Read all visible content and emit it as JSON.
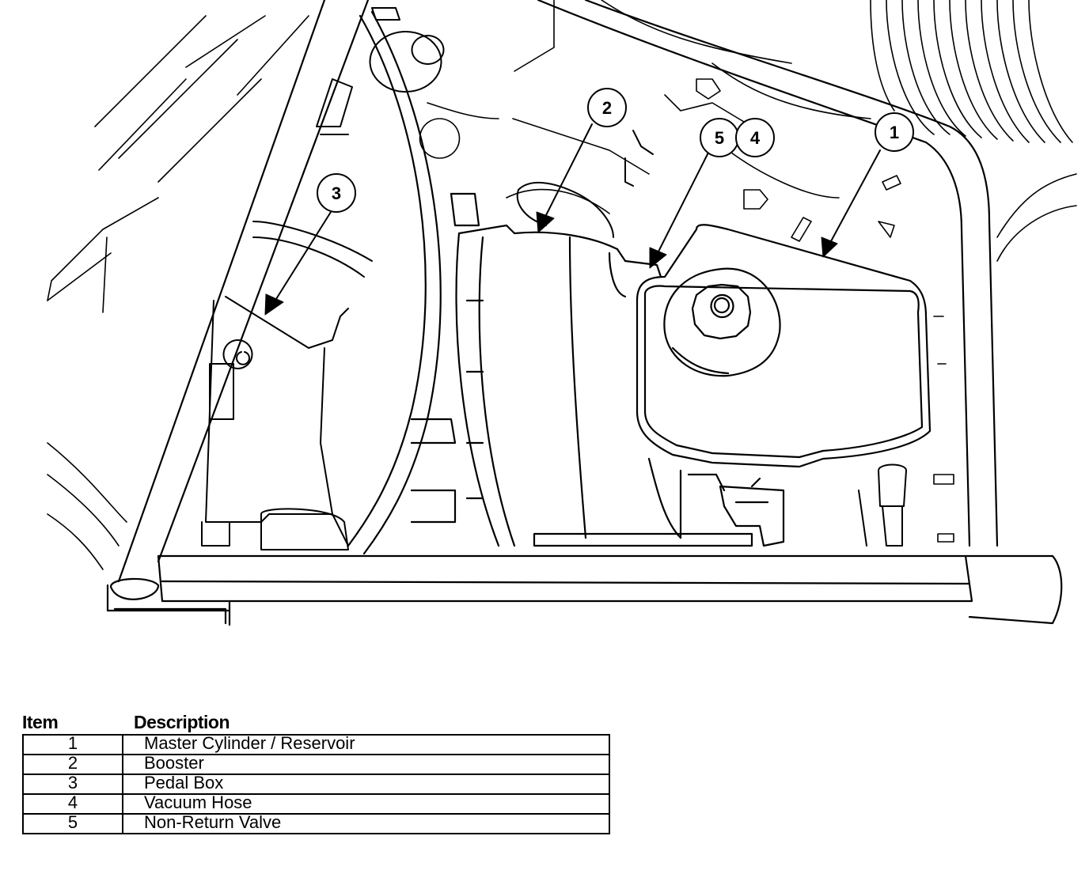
{
  "callouts": [
    {
      "label": "1"
    },
    {
      "label": "2"
    },
    {
      "label": "3"
    },
    {
      "label": "5"
    },
    {
      "label": "4"
    }
  ],
  "legend": {
    "header_item": "Item",
    "header_description": "Description",
    "rows": [
      {
        "item": "1",
        "description": "Master Cylinder / Reservoir"
      },
      {
        "item": "2",
        "description": "Booster"
      },
      {
        "item": "3",
        "description": "Pedal Box"
      },
      {
        "item": "4",
        "description": "Vacuum Hose"
      },
      {
        "item": "5",
        "description": "Non-Return Valve"
      }
    ]
  },
  "colors": {
    "line": "#000000",
    "background": "#ffffff"
  }
}
